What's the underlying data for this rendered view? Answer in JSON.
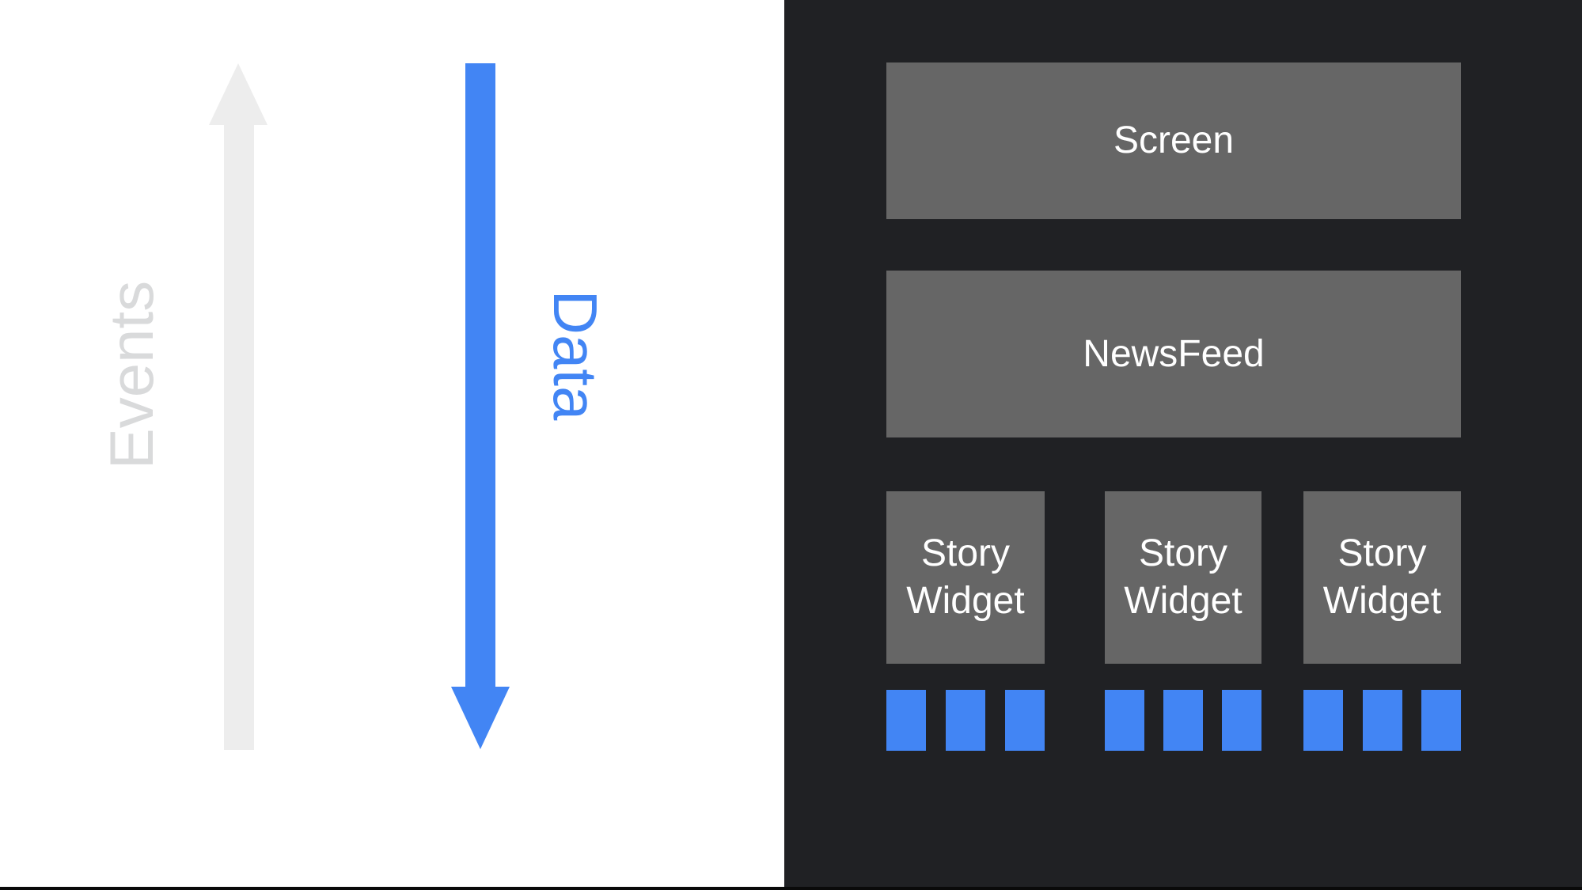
{
  "diagram": {
    "events_label": "Events",
    "data_label": "Data",
    "screen_label": "Screen",
    "newsfeed_label": "NewsFeed",
    "story_widgets": [
      {
        "label": "Story Widget",
        "data_blocks": 3
      },
      {
        "label": "Story Widget",
        "data_blocks": 3
      },
      {
        "label": "Story Widget",
        "data_blocks": 3
      }
    ]
  },
  "colors": {
    "left_bg": "#ffffff",
    "right_bg": "#202124",
    "box_gray": "#666666",
    "accent_blue": "#4285f4",
    "arrow_gray": "#ededed",
    "events_text": "#d9dadb",
    "box_text": "#ffffff",
    "bottom_edge": "#0a0a0a"
  }
}
